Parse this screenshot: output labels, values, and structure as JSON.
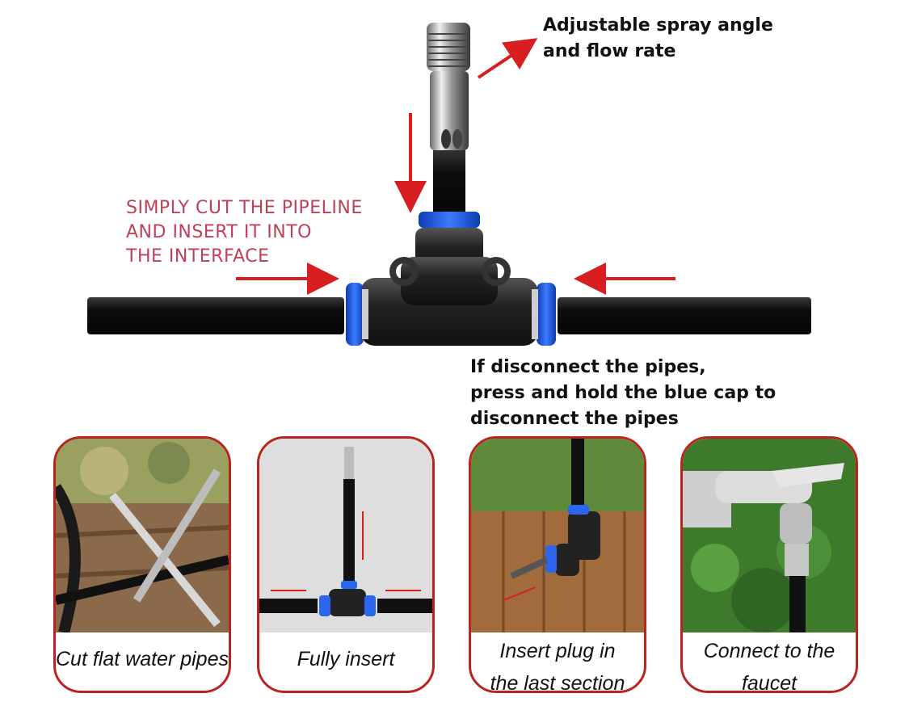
{
  "callouts": {
    "spray_line1": "Adjustable spray angle",
    "spray_line2": "and flow rate",
    "cut_line1": "SIMPLY CUT THE PIPELINE",
    "cut_line2": "AND INSERT IT INTO",
    "cut_line3": "THE INTERFACE",
    "disconnect_line1": "If disconnect the pipes,",
    "disconnect_line2": "press and hold the blue cap to",
    "disconnect_line3": "disconnect the pipes"
  },
  "steps": [
    {
      "caption_line1": "Cut flat water pipes",
      "caption_line2": ""
    },
    {
      "caption_line1": "Fully insert",
      "caption_line2": ""
    },
    {
      "caption_line1": "Insert plug in",
      "caption_line2": "the last section"
    },
    {
      "caption_line1": "Connect to the",
      "caption_line2": "faucet"
    }
  ],
  "colors": {
    "accent_red": "#d81e1e",
    "label_pink": "#c0405a",
    "card_border": "#b8251f",
    "connector_blue": "#1f55d8",
    "pipe_black": "#151515"
  },
  "icons": [
    "nozzle-icon",
    "tee-connector-icon",
    "arrow-icon"
  ]
}
